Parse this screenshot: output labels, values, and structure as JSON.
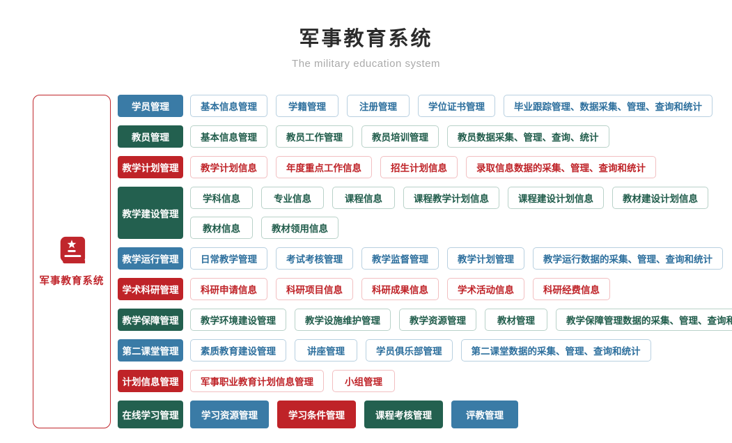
{
  "header": {
    "title": "军事教育系统",
    "subtitle": "The military education system"
  },
  "sidebar": {
    "label": "军事教育系统",
    "icon": "book-star-icon"
  },
  "colors": {
    "blue": "#3a7ba6",
    "green": "#23604f",
    "red": "#bf2328",
    "outline_blue_border": "#b8d0e0",
    "outline_green_border": "#b9d2c9",
    "outline_red_border": "#f2bfc1",
    "sidebar_border": "#c0262c",
    "title_text": "#2b2b2b",
    "subtitle_text": "#aaaaaa"
  },
  "rows": [
    {
      "category": "学员管理",
      "color": "blue",
      "items": [
        "基本信息管理",
        "学籍管理",
        "注册管理",
        "学位证书管理",
        "毕业跟踪管理、数据采集、管理、查询和统计"
      ]
    },
    {
      "category": "教员管理",
      "color": "green",
      "items": [
        "基本信息管理",
        "教员工作管理",
        "教员培训管理",
        "教员数据采集、管理、查询、统计"
      ]
    },
    {
      "category": "教学计划管理",
      "color": "red",
      "items": [
        "教学计划信息",
        "年度重点工作信息",
        "招生计划信息",
        "录取信息数据的采集、管理、查询和统计"
      ]
    },
    {
      "category": "教学建设管理",
      "color": "green",
      "lines": [
        [
          "学科信息",
          "专业信息",
          "课程信息",
          "课程教学计划信息",
          "课程建设计划信息",
          "教材建设计划信息"
        ],
        [
          "教材信息",
          "教材领用信息"
        ]
      ]
    },
    {
      "category": "教学运行管理",
      "color": "blue",
      "items": [
        "日常教学管理",
        "考试考核管理",
        "教学监督管理",
        "教学计划管理",
        "教学运行数据的采集、管理、查询和统计"
      ]
    },
    {
      "category": "学术科研管理",
      "color": "red",
      "items": [
        "科研申请信息",
        "科研项目信息",
        "科研成果信息",
        "学术活动信息",
        "科研经费信息"
      ]
    },
    {
      "category": "教学保障管理",
      "color": "green",
      "items": [
        "教学环境建设管理",
        "教学设施维护管理",
        "教学资源管理",
        "教材管理",
        "教学保障管理数据的采集、管理、查询和统计"
      ]
    },
    {
      "category": "第二课堂管理",
      "color": "blue",
      "items": [
        "素质教育建设管理",
        "讲座管理",
        "学员俱乐部管理",
        "第二课堂数据的采集、管理、查询和统计"
      ]
    },
    {
      "category": "计划信息管理",
      "color": "red",
      "items": [
        "军事职业教育计划信息管理",
        "小组管理"
      ]
    },
    {
      "category": "在线学习管理",
      "color": "green",
      "tall": true,
      "items": [
        {
          "label": "学习资源管理",
          "color": "blue",
          "variant": "filled"
        },
        {
          "label": "学习条件管理",
          "color": "red",
          "variant": "filled"
        },
        {
          "label": "课程考核管理",
          "color": "green",
          "variant": "filled"
        },
        {
          "label": "评教管理",
          "color": "blue",
          "variant": "filled"
        }
      ]
    }
  ]
}
